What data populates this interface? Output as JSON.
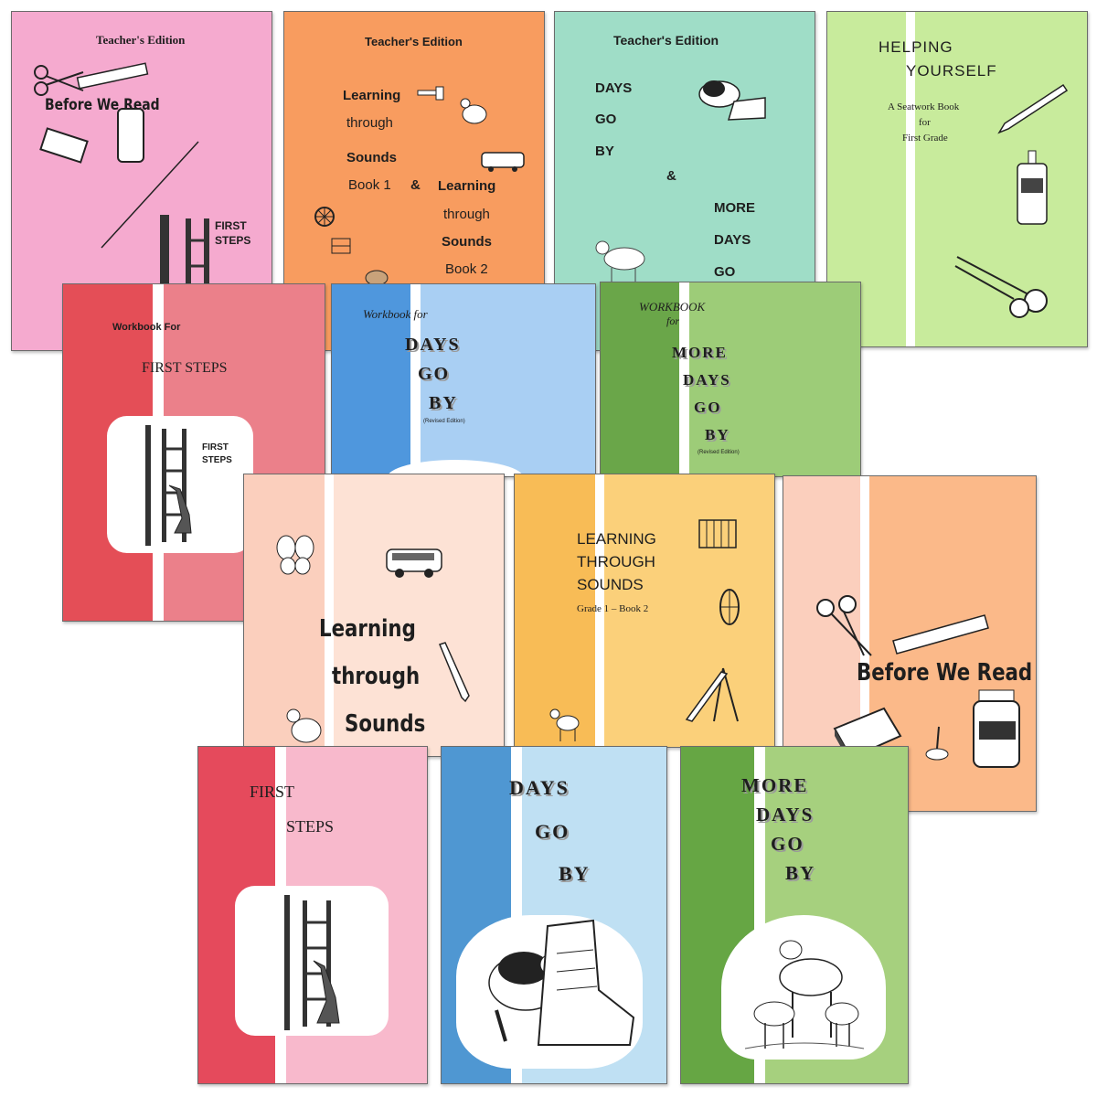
{
  "books": {
    "te_before_we_read": {
      "edition": "Teacher's Edition",
      "title": "Before We Read",
      "sub": "FIRST",
      "sub2": "STEPS"
    },
    "te_learning_sounds": {
      "edition": "Teacher's Edition",
      "l1": "Learning",
      "l2": "through",
      "l3": "Sounds",
      "l4": "Book 1",
      "amp": "&",
      "r1": "Learning",
      "r2": "through",
      "r3": "Sounds",
      "r4": "Book 2"
    },
    "te_days_go_by": {
      "edition": "Teacher's Edition",
      "l1": "DAYS",
      "l2": "GO",
      "l3": "BY",
      "amp": "&",
      "r1": "MORE",
      "r2": "DAYS",
      "r3": "GO"
    },
    "helping_yourself": {
      "l1": "HELPING",
      "l2": "YOURSELF",
      "s1": "A Seatwork Book",
      "s2": "for",
      "s3": "First Grade"
    },
    "wb_first_steps": {
      "pre": "Workbook For",
      "title": "FIRST STEPS",
      "p1": "FIRST",
      "p2": "STEPS"
    },
    "wb_days_go_by": {
      "pre": "Workbook  for",
      "l1": "DAYS",
      "l2": "GO",
      "l3": "BY",
      "rev": "(Revised Edition)"
    },
    "wb_more_days": {
      "pre1": "WORKBOOK",
      "pre2": "for",
      "l1": "MORE",
      "l2": "DAYS",
      "l3": "GO",
      "l4": "BY",
      "rev": "(Revised Edition)"
    },
    "learning_sounds": {
      "l1": "Learning",
      "l2": "through",
      "l3": "Sounds"
    },
    "learning_sounds_2": {
      "l1": "LEARNING",
      "l2": "THROUGH",
      "l3": "SOUNDS",
      "sub": "Grade 1 – Book 2"
    },
    "before_we_read": {
      "title": "Before We Read"
    },
    "first_steps": {
      "l1": "FIRST",
      "l2": "STEPS"
    },
    "days_go_by": {
      "l1": "DAYS",
      "l2": "GO",
      "l3": "BY"
    },
    "more_days_go_by": {
      "l1": "MORE",
      "l2": "DAYS",
      "l3": "GO",
      "l4": "BY"
    }
  },
  "colors": {
    "pink": "#f5aacf",
    "orange": "#f89c5f",
    "mint": "#9fddc7",
    "lime": "#c8eb9c",
    "red": "#e44e57",
    "rose": "#eb808a",
    "blue_dark": "#4f97dd",
    "blue_light": "#a9cff3",
    "green_dark": "#6aa649",
    "green_light": "#9dcc78",
    "peach": "#fbcfbd",
    "peach_light": "#fde2d5",
    "yellow": "#f8bc56",
    "yellow_light": "#fbd07a",
    "orange_light": "#fbb989",
    "blush": "#f9bfd1"
  },
  "icons": [
    "scissors-icon",
    "ruler-icon",
    "crayon-box-icon",
    "paste-jar-icon",
    "ladder-icon",
    "cat-icon",
    "hen-icon",
    "bus-icon",
    "wagon-wheel-icon",
    "gate-icon",
    "dog-icon",
    "boot-icon",
    "goat-icon",
    "pencil-icon",
    "glue-bottle-icon",
    "butterfly-icon",
    "slide-icon",
    "top-icon"
  ]
}
